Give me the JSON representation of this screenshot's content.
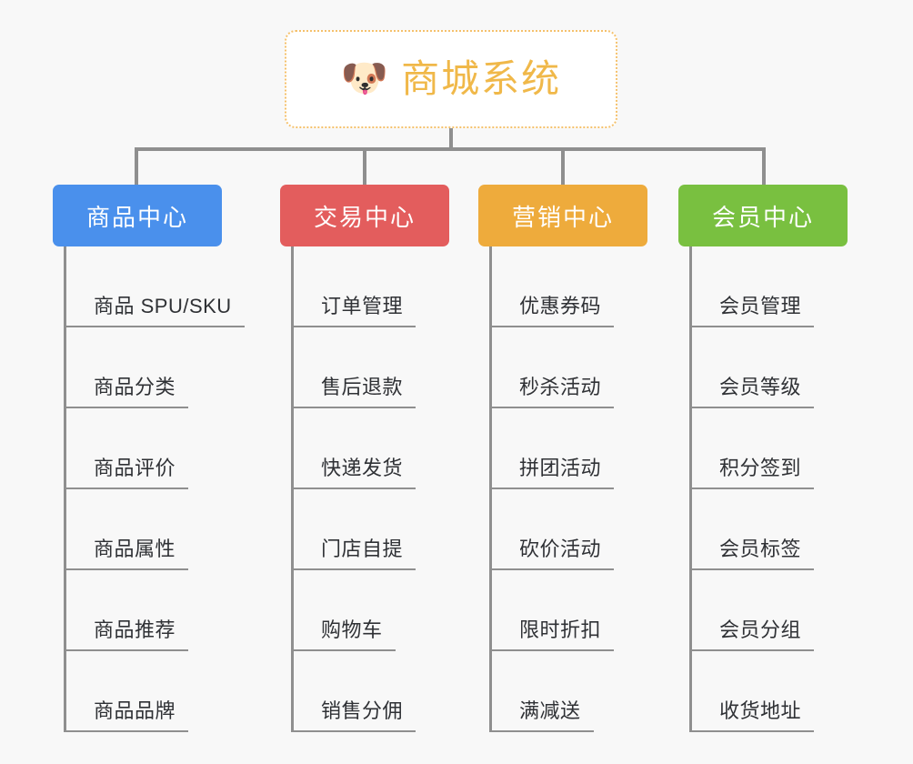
{
  "root": {
    "icon": "dog-face-icon",
    "icon_glyph": "🐶",
    "title": "商城系统",
    "accent_color": "#f0b849",
    "border_color": "#f5c16c"
  },
  "palette": {
    "background": "#f8f8f8",
    "connector": "#8f8f8f",
    "leaf_text": "#2f3135"
  },
  "branches": [
    {
      "label": "商品中心",
      "color": "#4a90ec",
      "items": [
        "商品 SPU/SKU",
        "商品分类",
        "商品评价",
        "商品属性",
        "商品推荐",
        "商品品牌"
      ]
    },
    {
      "label": "交易中心",
      "color": "#e35d5d",
      "items": [
        "订单管理",
        "售后退款",
        "快递发货",
        "门店自提",
        "购物车",
        "销售分佣"
      ]
    },
    {
      "label": "营销中心",
      "color": "#eeab3c",
      "items": [
        "优惠券码",
        "秒杀活动",
        "拼团活动",
        "砍价活动",
        "限时折扣",
        "满减送"
      ]
    },
    {
      "label": "会员中心",
      "color": "#79c040",
      "items": [
        "会员管理",
        "会员等级",
        "积分签到",
        "会员标签",
        "会员分组",
        "收货地址"
      ]
    }
  ]
}
